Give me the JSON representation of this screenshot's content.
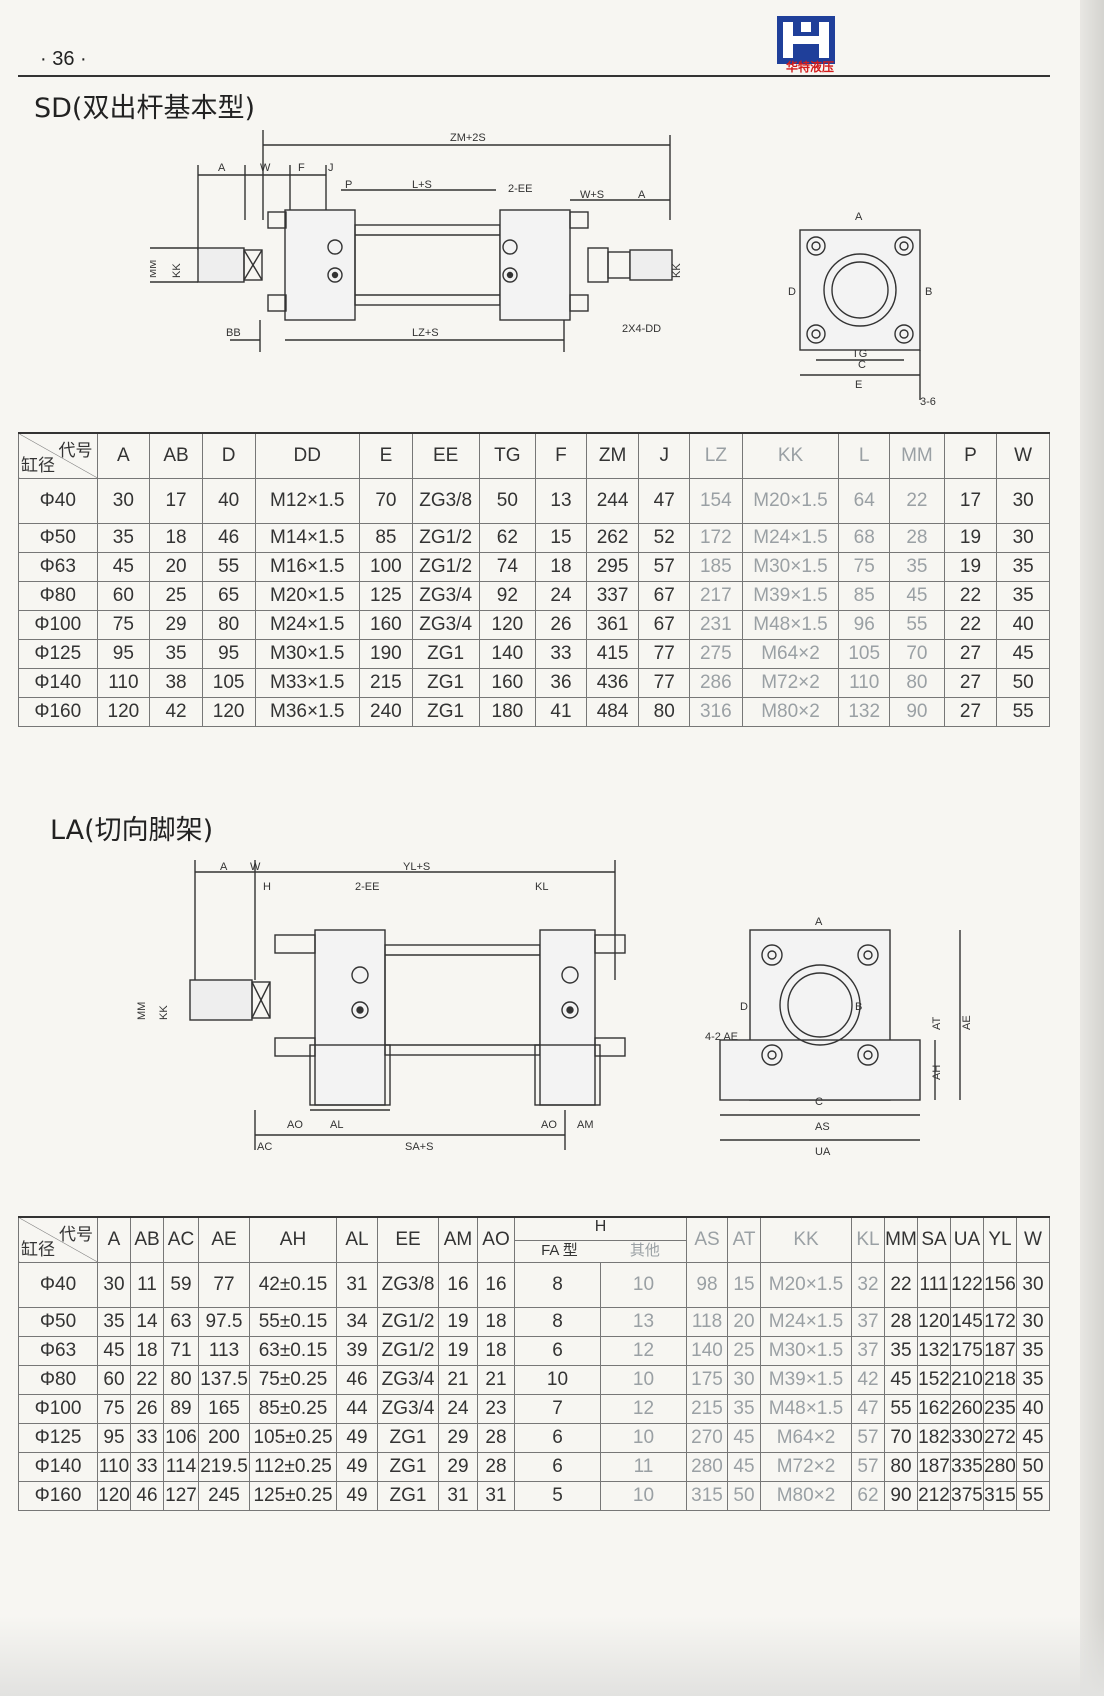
{
  "header": {
    "page_number": "· 36 ·",
    "logo_text": "华特液压"
  },
  "section1": {
    "title": "SD(双出杆基本型)",
    "diagram_labels": [
      "ZM+2S",
      "A",
      "W",
      "F",
      "J",
      "P",
      "L+S",
      "2-EE",
      "W+S",
      "A",
      "MM",
      "KK",
      "KK",
      "BB",
      "LZ+S",
      "2X4-DD",
      "A",
      "B",
      "C",
      "D",
      "TG",
      "E",
      "3-6"
    ],
    "table": {
      "header_top": "代号",
      "header_bottom": "缸径",
      "columns": [
        "A",
        "AB",
        "D",
        "DD",
        "E",
        "EE",
        "TG",
        "F",
        "ZM",
        "J",
        "LZ",
        "KK",
        "L",
        "MM",
        "P",
        "W"
      ],
      "rows": [
        [
          "Φ40",
          "30",
          "17",
          "40",
          "M12×1.5",
          "70",
          "ZG3/8",
          "50",
          "13",
          "244",
          "47",
          "154",
          "M20×1.5",
          "64",
          "22",
          "17",
          "30"
        ],
        [
          "Φ50",
          "35",
          "18",
          "46",
          "M14×1.5",
          "85",
          "ZG1/2",
          "62",
          "15",
          "262",
          "52",
          "172",
          "M24×1.5",
          "68",
          "28",
          "19",
          "30"
        ],
        [
          "Φ63",
          "45",
          "20",
          "55",
          "M16×1.5",
          "100",
          "ZG1/2",
          "74",
          "18",
          "295",
          "57",
          "185",
          "M30×1.5",
          "75",
          "35",
          "19",
          "35"
        ],
        [
          "Φ80",
          "60",
          "25",
          "65",
          "M20×1.5",
          "125",
          "ZG3/4",
          "92",
          "24",
          "337",
          "67",
          "217",
          "M39×1.5",
          "85",
          "45",
          "22",
          "35"
        ],
        [
          "Φ100",
          "75",
          "29",
          "80",
          "M24×1.5",
          "160",
          "ZG3/4",
          "120",
          "26",
          "361",
          "67",
          "231",
          "M48×1.5",
          "96",
          "55",
          "22",
          "40"
        ],
        [
          "Φ125",
          "95",
          "35",
          "95",
          "M30×1.5",
          "190",
          "ZG1",
          "140",
          "33",
          "415",
          "77",
          "275",
          "M64×2",
          "105",
          "70",
          "27",
          "45"
        ],
        [
          "Φ140",
          "110",
          "38",
          "105",
          "M33×1.5",
          "215",
          "ZG1",
          "160",
          "36",
          "436",
          "77",
          "286",
          "M72×2",
          "110",
          "80",
          "27",
          "50"
        ],
        [
          "Φ160",
          "120",
          "42",
          "120",
          "M36×1.5",
          "240",
          "ZG1",
          "180",
          "41",
          "484",
          "80",
          "316",
          "M80×2",
          "132",
          "90",
          "27",
          "55"
        ]
      ]
    }
  },
  "section2": {
    "title": "LA(切向脚架)",
    "diagram_labels": [
      "A",
      "W",
      "YL+S",
      "H",
      "2-EE",
      "KL",
      "MM",
      "KK",
      "AO",
      "AL",
      "AO",
      "AM",
      "AC",
      "SA+S",
      "A",
      "B",
      "C",
      "D",
      "4-2 AE",
      "AT",
      "AH",
      "AE",
      "AS",
      "UA"
    ],
    "table": {
      "header_top": "代号",
      "header_bottom": "缸径",
      "columns": [
        "A",
        "AB",
        "AC",
        "AE",
        "AH",
        "AL",
        "EE",
        "AM",
        "AO",
        "H",
        "AS",
        "AT",
        "KK",
        "KL",
        "MM",
        "SA",
        "UA",
        "YL",
        "W"
      ],
      "h_sub": [
        "FA 型",
        "其他"
      ],
      "rows": [
        [
          "Φ40",
          "30",
          "11",
          "59",
          "77",
          "42±0.15",
          "31",
          "ZG3/8",
          "16",
          "16",
          "8",
          "10",
          "98",
          "15",
          "M20×1.5",
          "32",
          "22",
          "111",
          "122",
          "156",
          "30"
        ],
        [
          "Φ50",
          "35",
          "14",
          "63",
          "97.5",
          "55±0.15",
          "34",
          "ZG1/2",
          "19",
          "18",
          "8",
          "13",
          "118",
          "20",
          "M24×1.5",
          "37",
          "28",
          "120",
          "145",
          "172",
          "30"
        ],
        [
          "Φ63",
          "45",
          "18",
          "71",
          "113",
          "63±0.15",
          "39",
          "ZG1/2",
          "19",
          "18",
          "6",
          "12",
          "140",
          "25",
          "M30×1.5",
          "37",
          "35",
          "132",
          "175",
          "187",
          "35"
        ],
        [
          "Φ80",
          "60",
          "22",
          "80",
          "137.5",
          "75±0.25",
          "46",
          "ZG3/4",
          "21",
          "21",
          "10",
          "10",
          "175",
          "30",
          "M39×1.5",
          "42",
          "45",
          "152",
          "210",
          "218",
          "35"
        ],
        [
          "Φ100",
          "75",
          "26",
          "89",
          "165",
          "85±0.25",
          "44",
          "ZG3/4",
          "24",
          "23",
          "7",
          "12",
          "215",
          "35",
          "M48×1.5",
          "47",
          "55",
          "162",
          "260",
          "235",
          "40"
        ],
        [
          "Φ125",
          "95",
          "33",
          "106",
          "200",
          "105±0.25",
          "49",
          "ZG1",
          "29",
          "28",
          "6",
          "10",
          "270",
          "45",
          "M64×2",
          "57",
          "70",
          "182",
          "330",
          "272",
          "45"
        ],
        [
          "Φ140",
          "110",
          "33",
          "114",
          "219.5",
          "112±0.25",
          "49",
          "ZG1",
          "29",
          "28",
          "6",
          "11",
          "280",
          "45",
          "M72×2",
          "57",
          "80",
          "187",
          "335",
          "280",
          "50"
        ],
        [
          "Φ160",
          "120",
          "46",
          "127",
          "245",
          "125±0.25",
          "49",
          "ZG1",
          "31",
          "31",
          "5",
          "10",
          "315",
          "50",
          "M80×2",
          "62",
          "90",
          "212",
          "375",
          "315",
          "55"
        ]
      ]
    }
  }
}
